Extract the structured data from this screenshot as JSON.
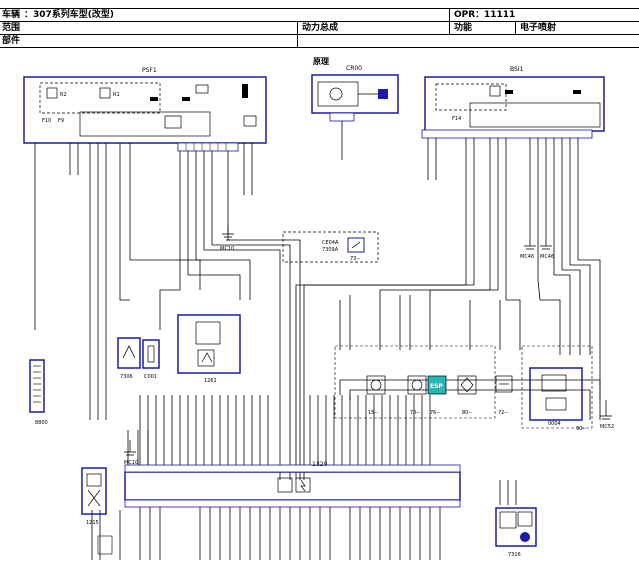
{
  "header": {
    "vehicle_label": "车辆",
    "vehicle_value": "：307系列车型(改型)",
    "opr_label": "OPR：",
    "opr_value": "11111",
    "scope_label": "范围",
    "scope_value": "动力总成",
    "function_label": "功能",
    "function_value": "电子喷射",
    "parts_label": "部件"
  },
  "diagram": {
    "principle_label": "原理",
    "components": {
      "psf1": "PSF1",
      "cr00": "CR00",
      "bsi1": "BSI1",
      "ce04a": "CE04A",
      "ce04a_sub": "7309A",
      "c73": "73--",
      "c7306": "7306",
      "c0001": "C001",
      "c1261": "1261",
      "c1320": "1320",
      "c1215": "1215",
      "c8800": "8800",
      "c7316": "7316",
      "c0004": "0004",
      "c90": "90--",
      "c15": "15--",
      "c70": "70--",
      "c76": "76--",
      "c80": "80--",
      "c72": "72--"
    },
    "grounds": {
      "mc10a": "MC10",
      "mc10b": "MC10",
      "mc46a": "MC46",
      "mc46b": "MC46",
      "mc52": "MC52"
    },
    "icons": {
      "esp_text": "ESP"
    }
  }
}
